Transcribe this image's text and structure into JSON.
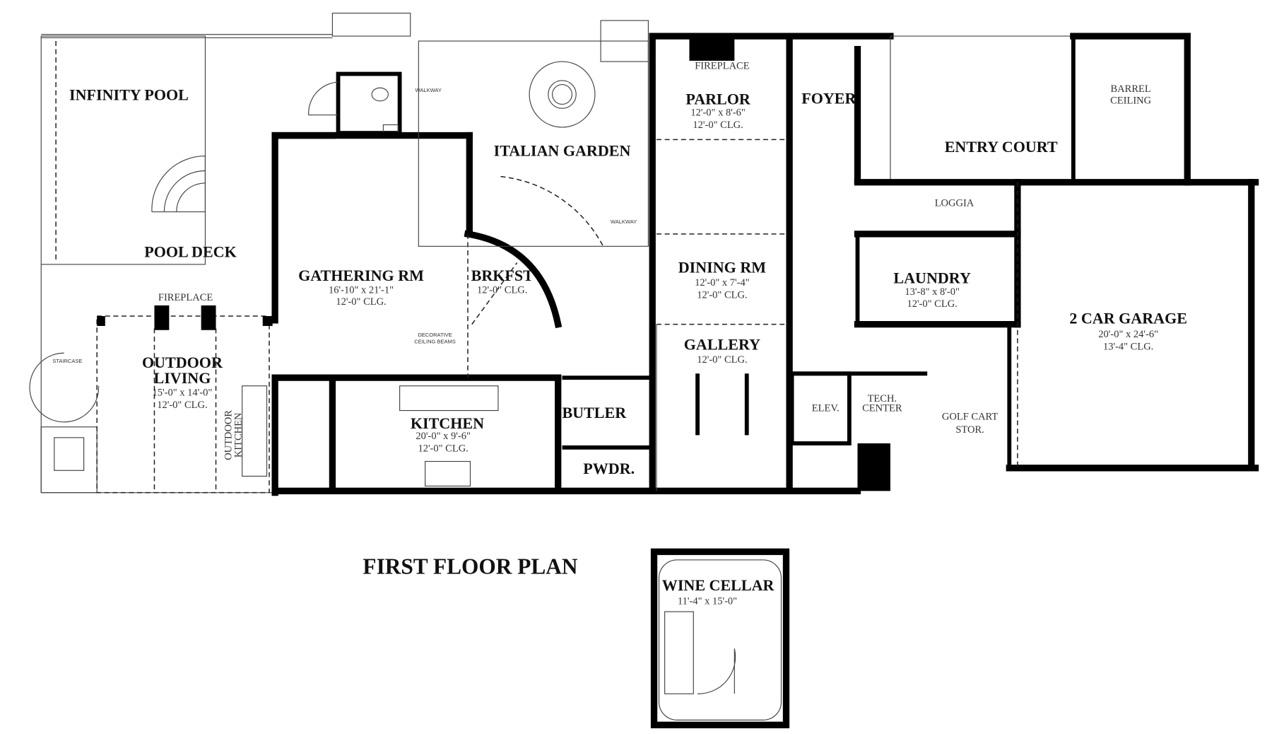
{
  "plan_title": "FIRST FLOOR PLAN",
  "rooms": {
    "infinity_pool": {
      "name": "INFINITY POOL"
    },
    "pool_deck": {
      "name": "POOL DECK"
    },
    "gathering_rm": {
      "name": "GATHERING RM",
      "dims": "16'-10\" x 21'-1\"",
      "ceiling": "12'-0\" CLG."
    },
    "brkfst": {
      "name": "BRKFST",
      "ceiling": "12'-0\" CLG."
    },
    "italian_garden": {
      "name": "ITALIAN GARDEN"
    },
    "parlor": {
      "name": "PARLOR",
      "dims": "12'-0\" x 8'-6\"",
      "ceiling": "12'-0\" CLG."
    },
    "foyer": {
      "name": "FOYER"
    },
    "entry_court": {
      "name": "ENTRY COURT"
    },
    "barrel_ceiling": {
      "line1": "BARREL",
      "line2": "CEILING"
    },
    "loggia": {
      "name": "LOGGIA"
    },
    "dining_rm": {
      "name": "DINING RM",
      "dims": "12'-0\" x 7'-4\"",
      "ceiling": "12'-0\" CLG."
    },
    "laundry": {
      "name": "LAUNDRY",
      "dims": "13'-8\" x 8'-0\"",
      "ceiling": "12'-0\" CLG."
    },
    "garage": {
      "name": "2 CAR GARAGE",
      "dims": "20'-0\" x 24'-6\"",
      "ceiling": "13'-4\" CLG."
    },
    "gallery": {
      "name": "GALLERY",
      "ceiling": "12'-0\" CLG."
    },
    "outdoor_living": {
      "line1": "OUTDOOR",
      "line2": "LIVING",
      "dims": "15'-0\" x 14'-0\"",
      "ceiling": "12'-0\" CLG."
    },
    "outdoor_kitchen": {
      "line1": "OUTDOOR",
      "line2": "KITCHEN"
    },
    "kitchen": {
      "name": "KITCHEN",
      "dims": "20'-0\" x 9'-6\"",
      "ceiling": "12'-0\" CLG."
    },
    "butler": {
      "name": "BUTLER"
    },
    "pwdr": {
      "name": "PWDR."
    },
    "elev": {
      "name": "ELEV."
    },
    "tech_center": {
      "line1": "TECH.",
      "line2": "CENTER"
    },
    "golf_cart": {
      "line1": "GOLF CART",
      "line2": "STOR."
    },
    "wine_cellar": {
      "name": "WINE CELLAR",
      "dims": "11'-4\" x 15'-0\""
    }
  },
  "annotations": {
    "fireplace_parlor": "FIREPLACE",
    "fireplace_outdoor": "FIREPLACE",
    "walkway_1": "WALKWAY",
    "walkway_2": "WALKWAY",
    "staircase": "STAIRCASE",
    "beams_line1": "DECORATIVE",
    "beams_line2": "CEILING BEAMS"
  }
}
